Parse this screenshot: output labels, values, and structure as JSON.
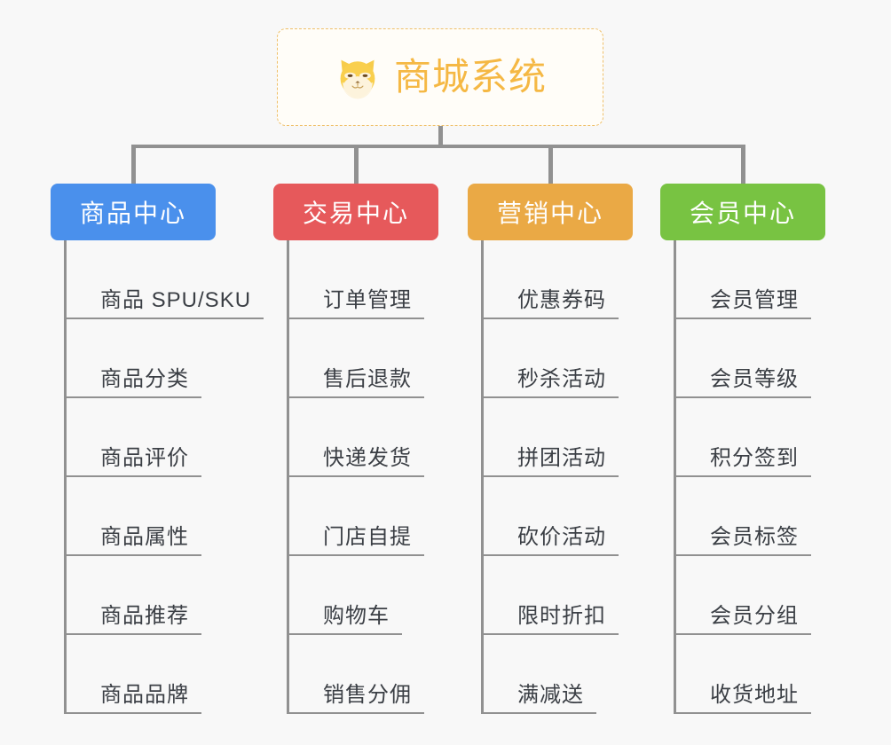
{
  "background_color": "#f8f8f8",
  "connector_color": "#919191",
  "root": {
    "title": "商城系统",
    "icon": "shiba-dog-face-emoji",
    "text_color": "#f5b844",
    "border_color": "#efc06a",
    "background_color": "#fffdf8"
  },
  "branches": [
    {
      "label": "商品中心",
      "color": "#4a90ec",
      "items": [
        "商品 SPU/SKU",
        "商品分类",
        "商品评价",
        "商品属性",
        "商品推荐",
        "商品品牌"
      ]
    },
    {
      "label": "交易中心",
      "color": "#e6595b",
      "items": [
        "订单管理",
        "售后退款",
        "快递发货",
        "门店自提",
        "购物车",
        "销售分佣"
      ]
    },
    {
      "label": "营销中心",
      "color": "#eaa945",
      "items": [
        "优惠券码",
        "秒杀活动",
        "拼团活动",
        "砍价活动",
        "限时折扣",
        "满减送"
      ]
    },
    {
      "label": "会员中心",
      "color": "#78c342",
      "items": [
        "会员管理",
        "会员等级",
        "积分签到",
        "会员标签",
        "会员分组",
        "收货地址"
      ]
    }
  ]
}
